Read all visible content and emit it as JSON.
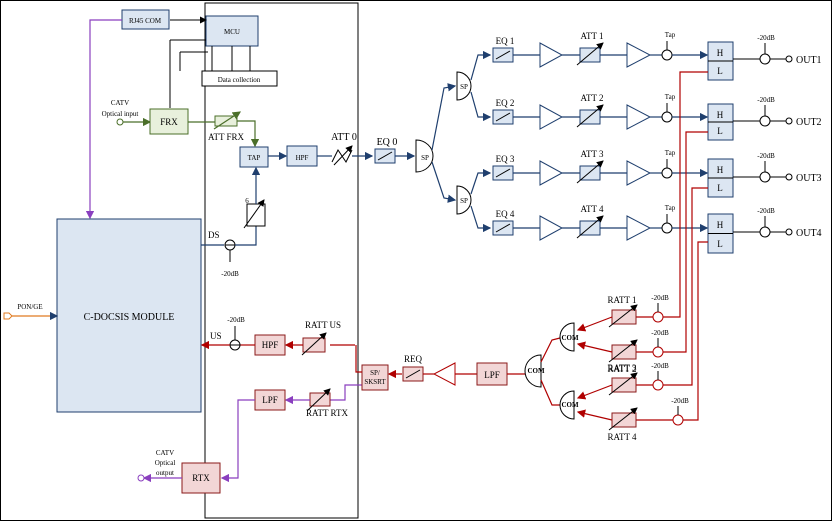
{
  "labels": {
    "rj45": "RJ45 COM",
    "mcu": "MCU",
    "data_collection": "Data collection",
    "catv_optical_input_1": "CATV",
    "catv_optical_input_2": "Optical input",
    "frx": "FRX",
    "att_frx": "ATT FRX",
    "tap": "TAP",
    "hpf_ds": "HPF",
    "att0": "ATT 0",
    "eq0": "EQ 0",
    "sp": "SP",
    "six": "6",
    "ds": "DS",
    "minus20_ds": "-20dB",
    "cdocsis": "C-DOCSIS MODULE",
    "pon_ge": "PON/GE",
    "us": "US",
    "minus20_us": "-20dB",
    "hpf_us": "HPF",
    "ratt_us": "RATT US",
    "lpf_rtx": "LPF",
    "ratt_rtx": "RATT RTX",
    "catv_optical_output_1": "CATV",
    "catv_optical_output_2": "Optical",
    "catv_optical_output_3": "output",
    "rtx": "RTX",
    "sp_sksrt_1": "SP/",
    "sp_sksrt_2": "SKSRT",
    "req": "REQ",
    "lpf_main": "LPF",
    "com": "COM",
    "tap_label": "Tap",
    "h": "H",
    "l": "L",
    "minus20": "-20dB"
  },
  "branches": [
    {
      "eq": "EQ 1",
      "att": "ATT 1",
      "out": "OUT1"
    },
    {
      "eq": "EQ 2",
      "att": "ATT 2",
      "out": "OUT2"
    },
    {
      "eq": "EQ 3",
      "att": "ATT 3",
      "out": "OUT3"
    },
    {
      "eq": "EQ 4",
      "att": "ATT 4",
      "out": "OUT4"
    }
  ],
  "return_branches": [
    {
      "ratt": "RATT 1",
      "db": "-20dB"
    },
    {
      "ratt": "RATT 2",
      "db": "-20dB"
    },
    {
      "ratt": "RATT 3",
      "db": "-20dB"
    },
    {
      "ratt": "RATT 4",
      "db": "-20dB"
    }
  ],
  "colors": {
    "forward": "#1f3f6e",
    "return": "#b00000",
    "optical_in": "#4b6f2a",
    "optical_out": "#8a3fbf",
    "pon": "#e07b20"
  }
}
